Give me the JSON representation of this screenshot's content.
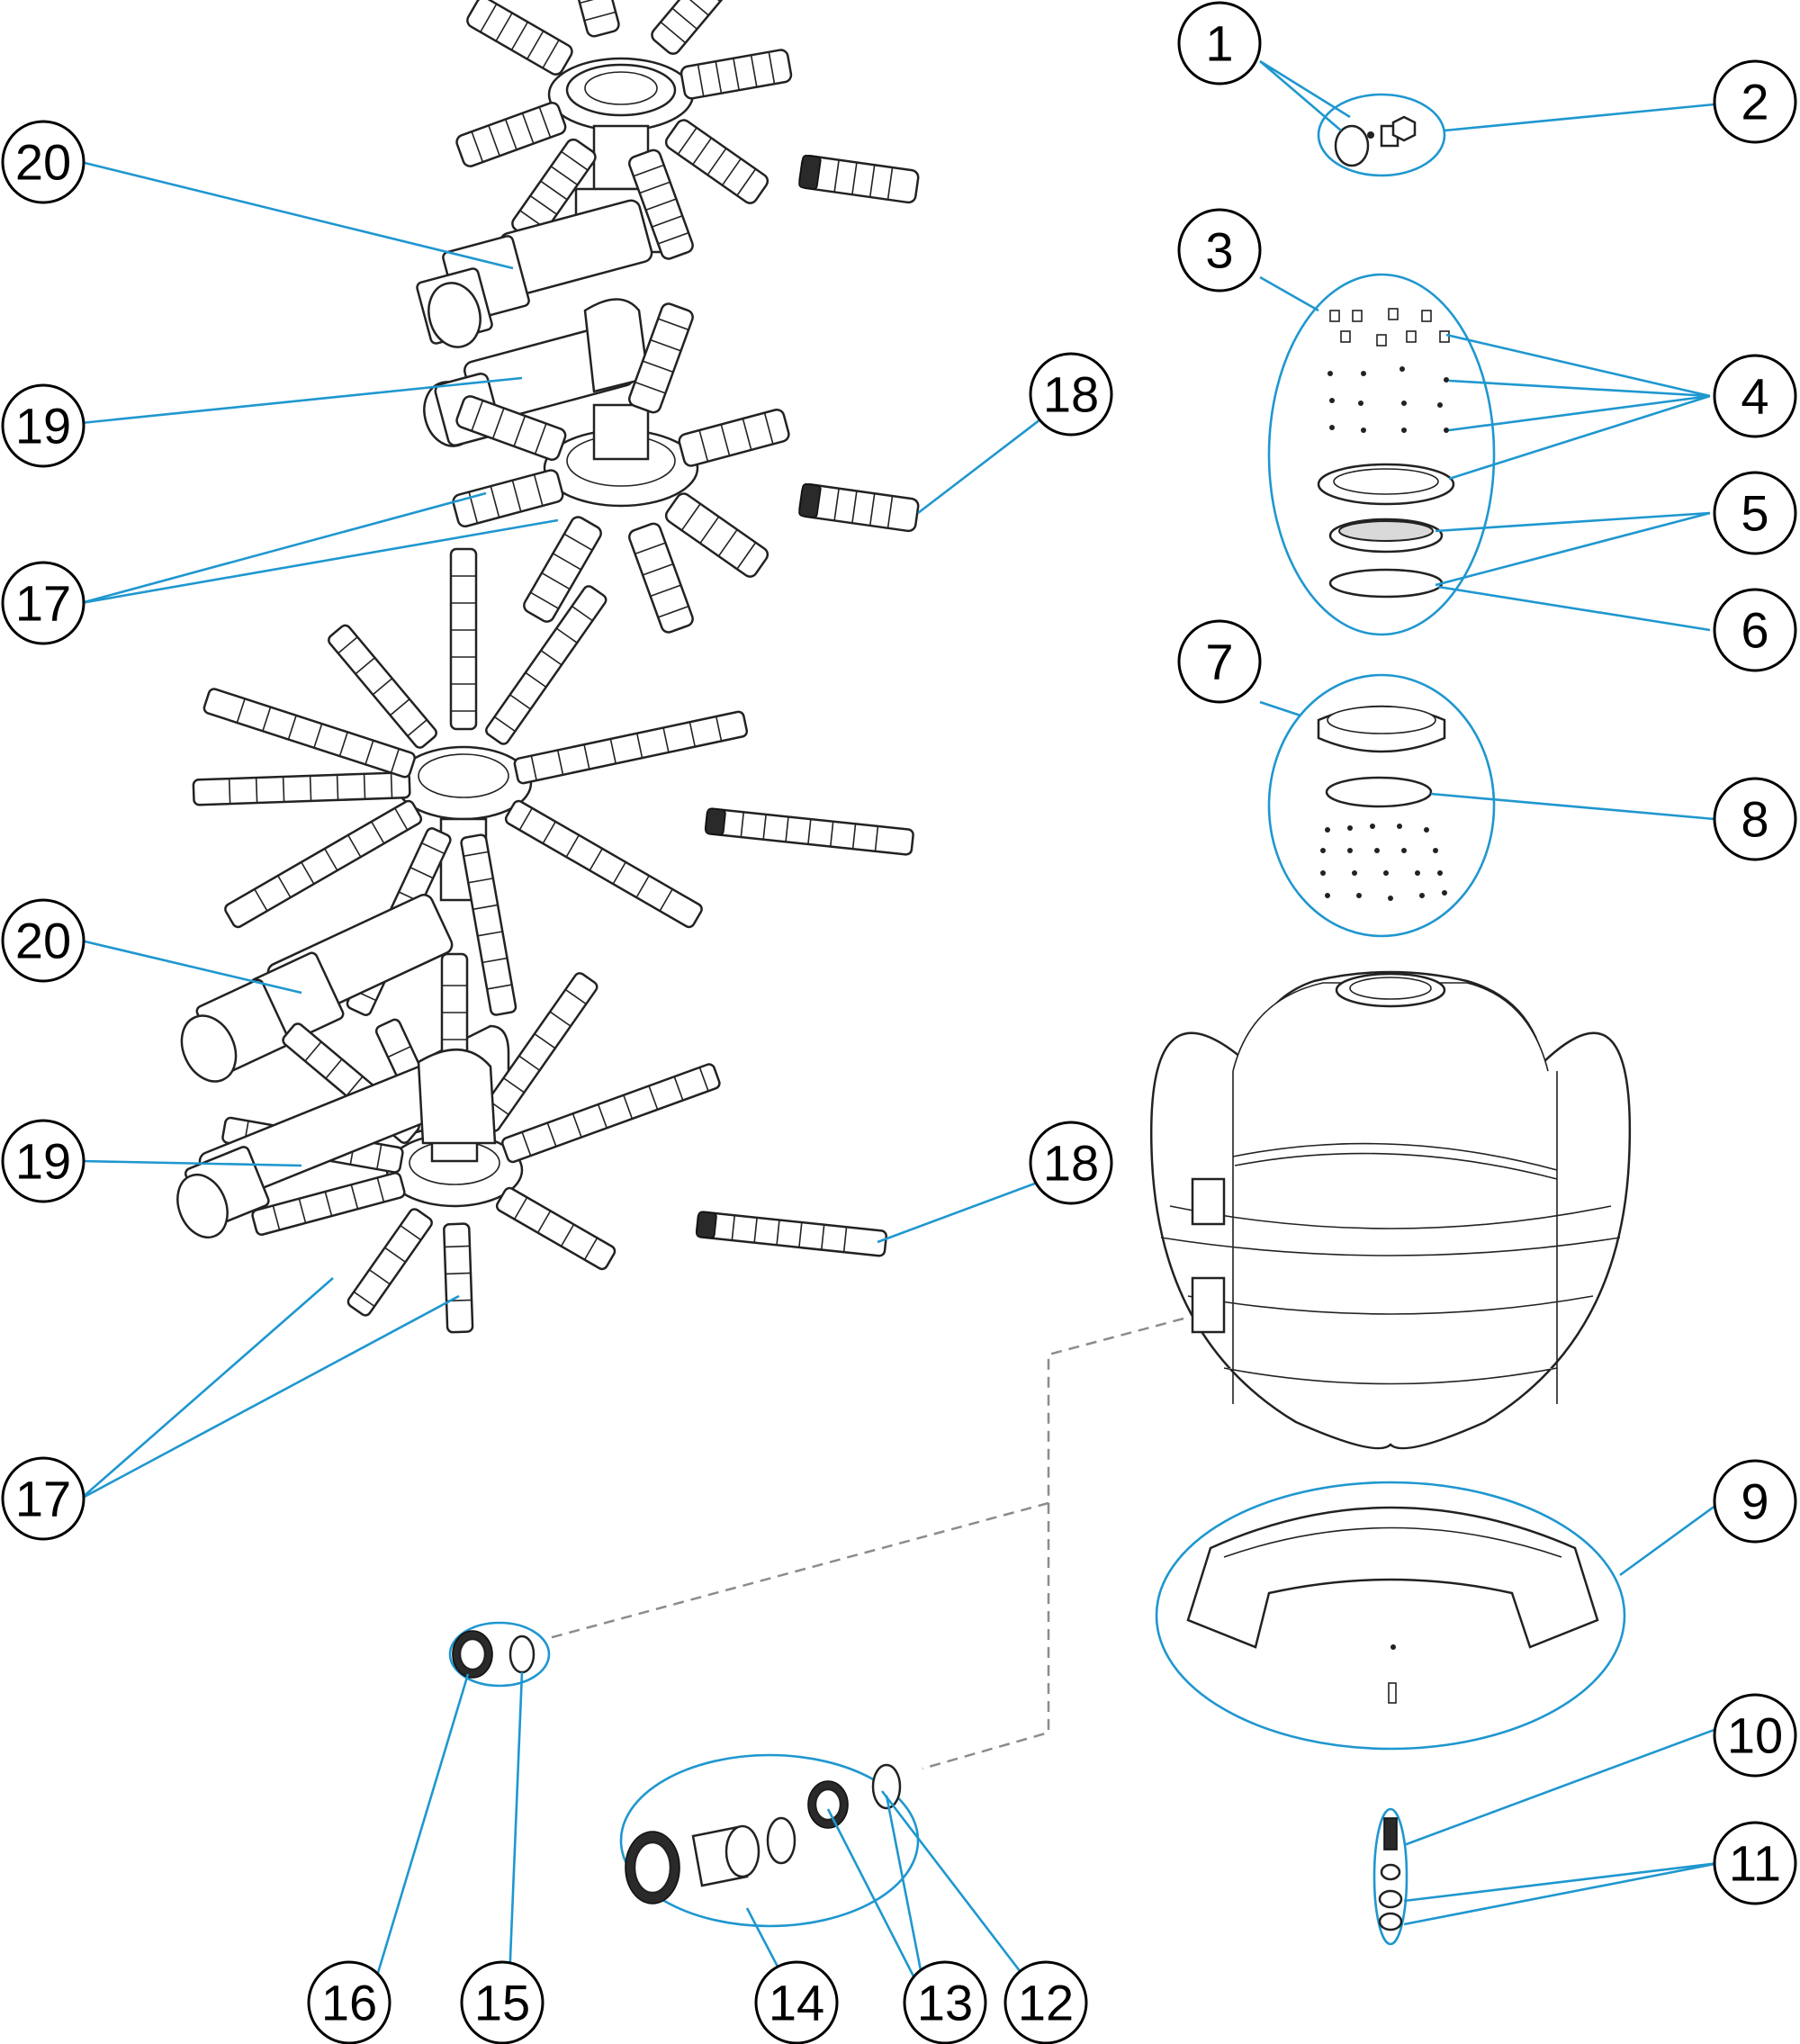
{
  "diagram": {
    "callouts": [
      {
        "id": "c1",
        "label": "1"
      },
      {
        "id": "c2",
        "label": "2"
      },
      {
        "id": "c3",
        "label": "3"
      },
      {
        "id": "c4",
        "label": "4"
      },
      {
        "id": "c5",
        "label": "5"
      },
      {
        "id": "c6",
        "label": "6"
      },
      {
        "id": "c7",
        "label": "7"
      },
      {
        "id": "c8",
        "label": "8"
      },
      {
        "id": "c9",
        "label": "9"
      },
      {
        "id": "c10",
        "label": "10"
      },
      {
        "id": "c11",
        "label": "11"
      },
      {
        "id": "c12",
        "label": "12"
      },
      {
        "id": "c13",
        "label": "13"
      },
      {
        "id": "c14",
        "label": "14"
      },
      {
        "id": "c15",
        "label": "15"
      },
      {
        "id": "c16",
        "label": "16"
      },
      {
        "id": "c17a",
        "label": "17"
      },
      {
        "id": "c17b",
        "label": "17"
      },
      {
        "id": "c18a",
        "label": "18"
      },
      {
        "id": "c18b",
        "label": "18"
      },
      {
        "id": "c19a",
        "label": "19"
      },
      {
        "id": "c19b",
        "label": "19"
      },
      {
        "id": "c20a",
        "label": "20"
      },
      {
        "id": "c20b",
        "label": "20"
      }
    ],
    "colors": {
      "leader": "#1f97cf",
      "outline": "#222222",
      "dashed": "#8c8c8c"
    }
  }
}
